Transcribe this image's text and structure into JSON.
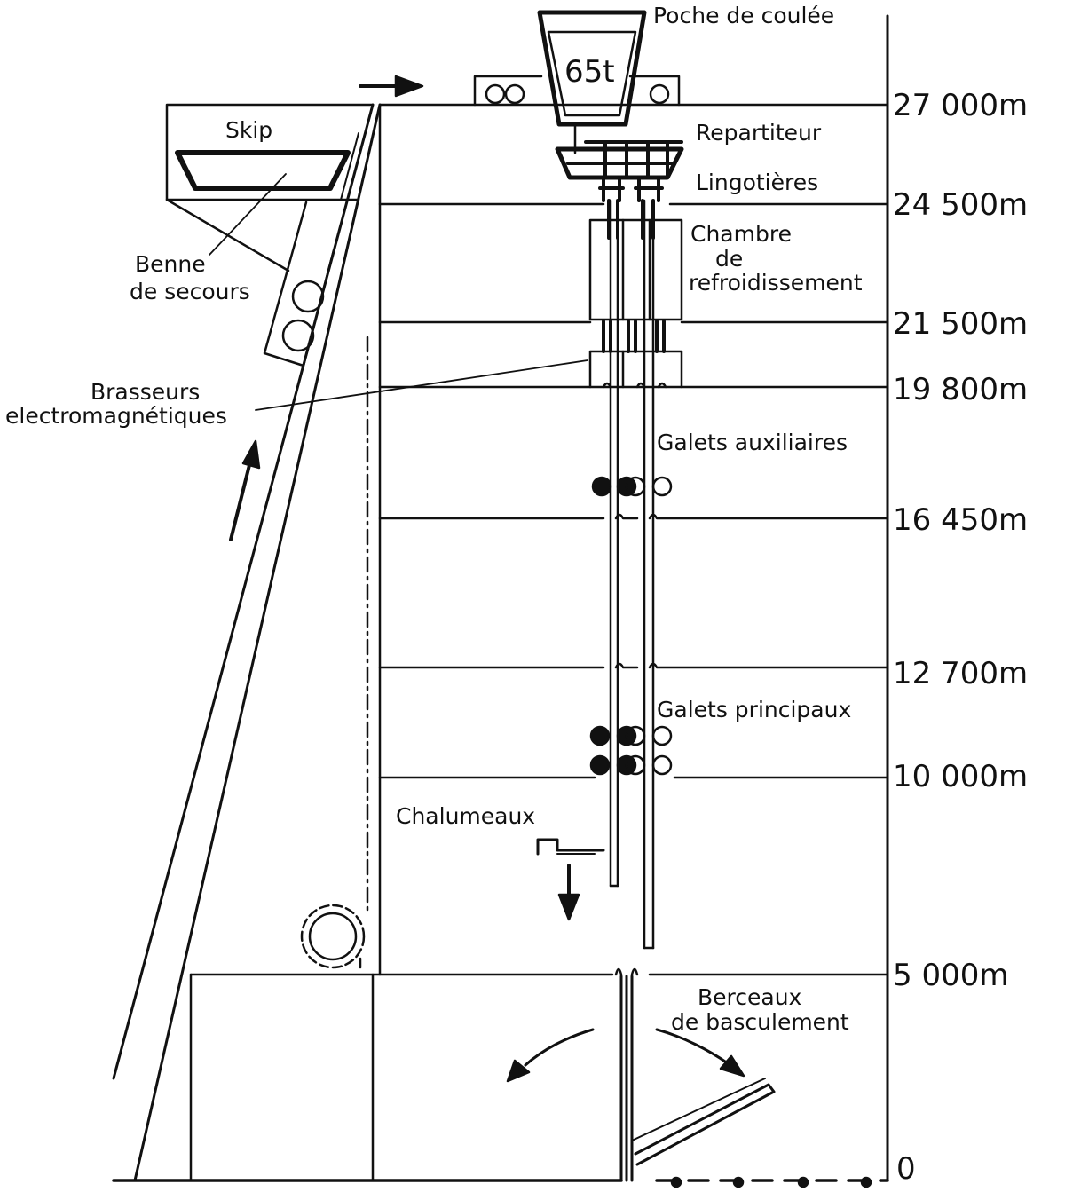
{
  "labels": {
    "ladle": "Poche de coulée",
    "ladle_capacity": "65t",
    "skip": "Skip",
    "tundish": "Repartiteur",
    "molds": "Lingotières",
    "cooling_chamber_1": "Chambre",
    "cooling_chamber_2": "de",
    "cooling_chamber_3": "refroidissement",
    "emergency_bucket_1": "Benne",
    "emergency_bucket_2": "de secours",
    "stirrers_1": "Brasseurs",
    "stirrers_2": "electromagnétiques",
    "aux_rollers": "Galets auxiliaires",
    "main_rollers": "Galets principaux",
    "torches": "Chalumeaux",
    "tilt_cradles_1": "Berceaux",
    "tilt_cradles_2": "de basculement"
  },
  "levels": [
    {
      "id": "lvl-27000",
      "label": "27 000m",
      "value": 27000
    },
    {
      "id": "lvl-24500",
      "label": "24 500m",
      "value": 24500
    },
    {
      "id": "lvl-21500",
      "label": "21 500m",
      "value": 21500
    },
    {
      "id": "lvl-19800",
      "label": "19 800m",
      "value": 19800
    },
    {
      "id": "lvl-16450",
      "label": "16 450m",
      "value": 16450
    },
    {
      "id": "lvl-12700",
      "label": "12 700m",
      "value": 12700
    },
    {
      "id": "lvl-10000",
      "label": "10 000m",
      "value": 10000
    },
    {
      "id": "lvl-5000",
      "label": "5 000m",
      "value": 5000
    },
    {
      "id": "lvl-0",
      "label": "0",
      "value": 0
    }
  ],
  "colors": {
    "ink": "#111111",
    "paper": "#ffffff"
  }
}
